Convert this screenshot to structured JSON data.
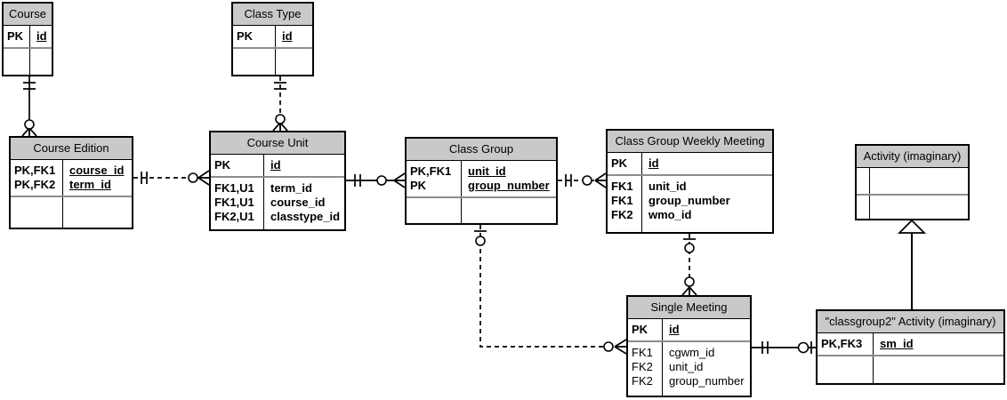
{
  "colors": {
    "background": "#ffffff",
    "entity_header_bg": "#c9c9c9",
    "entity_border": "#000000",
    "section_separator": "#8c8c8c",
    "relationship_line": "#000000"
  },
  "entities": {
    "course": {
      "title": "Course",
      "rows": [
        {
          "key": "PK",
          "name": "id"
        }
      ]
    },
    "class_type": {
      "title": "Class Type",
      "rows": [
        {
          "key": "PK",
          "name": "id"
        }
      ]
    },
    "course_edition": {
      "title": "Course Edition",
      "rows": [
        {
          "key": "PK,FK1",
          "name": "course_id"
        },
        {
          "key": "PK,FK2",
          "name": "term_id"
        }
      ]
    },
    "course_unit": {
      "title": "Course Unit",
      "rows": [
        {
          "key": "PK",
          "name": "id"
        }
      ],
      "fk_rows": [
        {
          "key": "FK1,U1",
          "name": "term_id"
        },
        {
          "key": "FK1,U1",
          "name": "course_id"
        },
        {
          "key": "FK2,U1",
          "name": "classtype_id"
        }
      ]
    },
    "class_group": {
      "title": "Class Group",
      "rows": [
        {
          "key": "PK,FK1",
          "name": "unit_id"
        },
        {
          "key": "PK",
          "name": "group_number"
        }
      ]
    },
    "class_group_weekly_meeting": {
      "title": "Class Group Weekly Meeting",
      "rows": [
        {
          "key": "PK",
          "name": "id"
        }
      ],
      "fk_rows": [
        {
          "key": "FK1",
          "name": "unit_id"
        },
        {
          "key": "FK1",
          "name": "group_number"
        },
        {
          "key": "FK2",
          "name": "wmo_id"
        }
      ]
    },
    "activity": {
      "title": "Activity (imaginary)"
    },
    "single_meeting": {
      "title": "Single Meeting",
      "rows": [
        {
          "key": "PK",
          "name": "id"
        }
      ],
      "fk_rows": [
        {
          "key": "FK1",
          "name": "cgwm_id"
        },
        {
          "key": "FK2",
          "name": "unit_id"
        },
        {
          "key": "FK2",
          "name": "group_number"
        }
      ]
    },
    "classgroup2_activity": {
      "title": "\"classgroup2\" Activity (imaginary)",
      "rows": [
        {
          "key": "PK,FK3",
          "name": "sm_id"
        }
      ]
    }
  },
  "relationships": [
    {
      "from": "Course",
      "to": "Course Edition",
      "line": "solid",
      "from_cardinality": "one and only one",
      "to_cardinality": "zero or many"
    },
    {
      "from": "Class Type",
      "to": "Course Unit",
      "line": "dashed",
      "from_cardinality": "one and only one",
      "to_cardinality": "zero or many"
    },
    {
      "from": "Course Edition",
      "to": "Course Unit",
      "line": "dashed",
      "from_cardinality": "one and only one",
      "to_cardinality": "zero or many"
    },
    {
      "from": "Course Unit",
      "to": "Class Group",
      "line": "solid",
      "from_cardinality": "one and only one",
      "to_cardinality": "zero or many"
    },
    {
      "from": "Class Group",
      "to": "Class Group Weekly Meeting",
      "line": "dashed",
      "from_cardinality": "one and only one",
      "to_cardinality": "zero or many"
    },
    {
      "from": "Class Group",
      "to": "Single Meeting",
      "line": "dashed",
      "from_cardinality": "zero or one",
      "to_cardinality": "zero or many"
    },
    {
      "from": "Class Group Weekly Meeting",
      "to": "Single Meeting",
      "line": "dashed",
      "from_cardinality": "zero or one",
      "to_cardinality": "zero or many"
    },
    {
      "from": "Single Meeting",
      "to": "\"classgroup2\" Activity (imaginary)",
      "line": "solid",
      "from_cardinality": "one and only one",
      "to_cardinality": "zero or one"
    },
    {
      "from": "\"classgroup2\" Activity (imaginary)",
      "to": "Activity (imaginary)",
      "line": "inheritance"
    }
  ]
}
